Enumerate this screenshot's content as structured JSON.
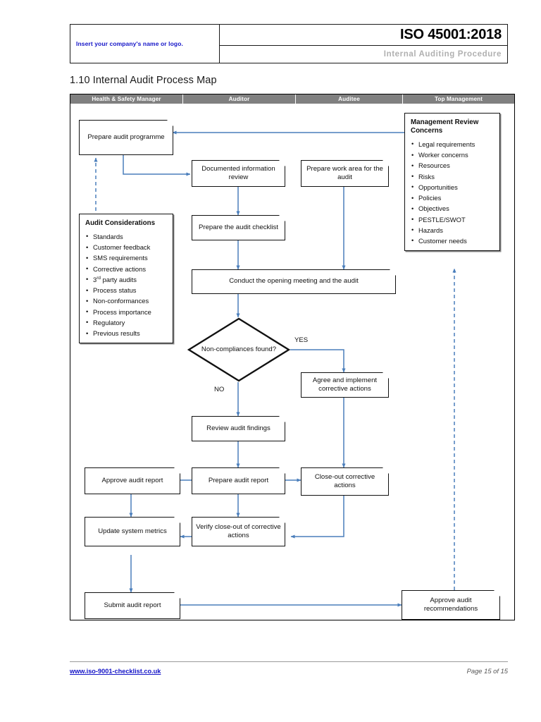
{
  "header": {
    "company_placeholder": "Insert your company's name or logo.",
    "standard": "ISO 45001:2018",
    "subtitle": "Internal Auditing Procedure"
  },
  "section": {
    "heading": "1.10 Internal Audit Process Map"
  },
  "swimlanes": [
    {
      "label": "Health & Safety Manager"
    },
    {
      "label": "Auditor"
    },
    {
      "label": "Auditee"
    },
    {
      "label": "Top Management"
    }
  ],
  "nodes": {
    "prepare_audit_programme": "Prepare audit programme",
    "documented_information_review": "Documented information review",
    "prepare_work_area": "Prepare work area for the audit",
    "prepare_audit_checklist": "Prepare the audit checklist",
    "conduct_opening_meeting": "Conduct the opening meeting and the audit",
    "decision": "Non-compliances found?",
    "agree_corrective_actions": "Agree and implement corrective actions",
    "review_audit_findings": "Review audit findings",
    "approve_audit_report": "Approve audit report",
    "prepare_audit_report": "Prepare audit report",
    "close_out_corrective_actions": "Close-out corrective actions",
    "update_system_metrics": "Update system metrics",
    "verify_close_out": "Verify close-out of corrective actions",
    "submit_audit_report": "Submit audit report",
    "approve_audit_recommendations": "Approve audit recommendations"
  },
  "branches": {
    "yes": "YES",
    "no": "NO"
  },
  "audit_considerations": {
    "title": "Audit Considerations",
    "items": [
      "Standards",
      "Customer feedback",
      "SMS requirements",
      "Corrective actions",
      "3rd party audits",
      "Process status",
      "Non-conformances",
      "Process importance",
      "Regulatory",
      "Previous results"
    ]
  },
  "management_review": {
    "title": "Management Review Concerns",
    "items": [
      "Legal requirements",
      "Worker concerns",
      "Resources",
      "Risks",
      "Opportunities",
      "Policies",
      "Objectives",
      "PESTLE/SWOT",
      "Hazards",
      "Customer needs"
    ]
  },
  "footer": {
    "link": "www.iso-9001-checklist.co.uk",
    "page": "Page 15 of 15"
  },
  "colors": {
    "connector": "#4a7ebb",
    "lane_header_bg": "#808080",
    "brand_blue": "#1414c8",
    "subtitle_gray": "#b0b0b0"
  }
}
